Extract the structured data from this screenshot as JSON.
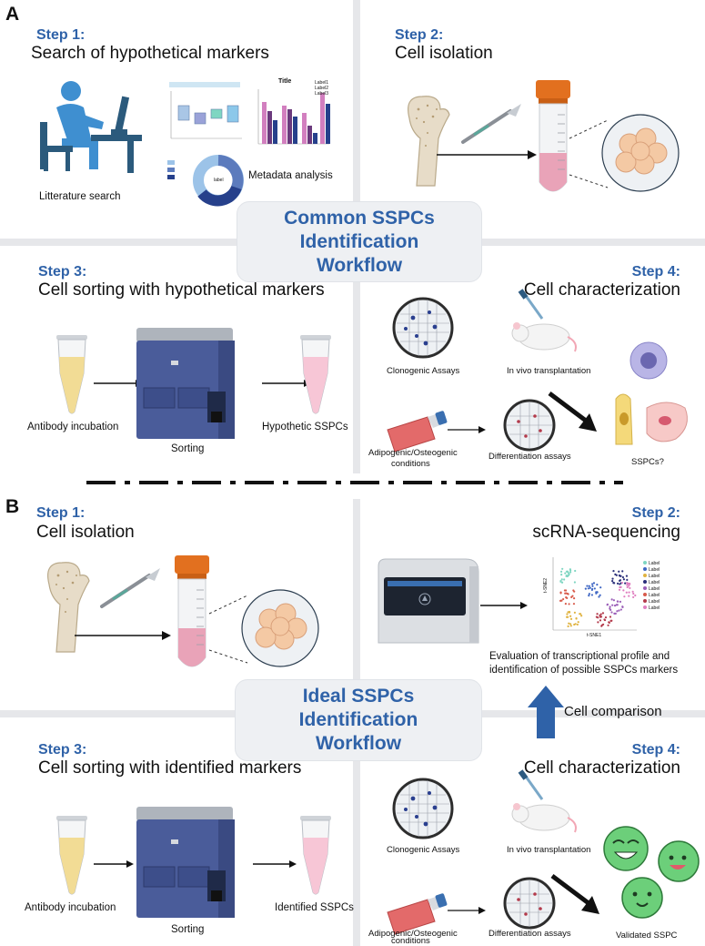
{
  "panel_a": {
    "letter": "A",
    "center_title": [
      "Common SSPCs",
      "Identification",
      "Workflow"
    ],
    "step1": {
      "label": "Step 1:",
      "title": "Search of hypothetical markers",
      "caption_literature": "Litterature search",
      "caption_metadata": "Metadata analysis",
      "mini_chart_title": "Title",
      "mini_legend": [
        "Label1",
        "Label2",
        "Label3"
      ],
      "donut_label": "label"
    },
    "step2": {
      "label": "Step 2:",
      "title": "Cell isolation"
    },
    "step3": {
      "label": "Step 3:",
      "title": "Cell sorting with hypothetical markers",
      "caption_antibody": "Antibody incubation",
      "caption_sorting": "Sorting",
      "caption_result": "Hypothetic SSPCs"
    },
    "step4": {
      "label": "Step 4:",
      "title": "Cell characterization",
      "caption_clonogenic": "Clonogenic Assays",
      "caption_invivo": "In vivo transplantation",
      "caption_adipo_1": "Adipogenic/Osteogenic",
      "caption_adipo_2": "conditions",
      "caption_diff": "Differentiation assays",
      "caption_result": "SSPCs?"
    }
  },
  "panel_b": {
    "letter": "B",
    "center_title": [
      "Ideal SSPCs",
      "Identification",
      "Workflow"
    ],
    "step1": {
      "label": "Step 1:",
      "title": "Cell isolation"
    },
    "step2": {
      "label": "Step 2:",
      "title": "scRNA-sequencing",
      "tsne_x": "t-SNE1",
      "tsne_y": "t-SNE2",
      "tsne_legend": [
        "Label",
        "Label",
        "Label",
        "Label",
        "Label",
        "Label",
        "Label",
        "Label"
      ],
      "eval_1": "Evaluation of transcriptional profile and",
      "eval_2": "identification of possible SSPCs markers",
      "comparison": "Cell comparison"
    },
    "step3": {
      "label": "Step 3:",
      "title": "Cell sorting with identified markers",
      "caption_antibody": "Antibody incubation",
      "caption_sorting": "Sorting",
      "caption_result": "Identified SSPCs"
    },
    "step4": {
      "label": "Step 4:",
      "title": "Cell characterization",
      "caption_clonogenic": "Clonogenic Assays",
      "caption_invivo": "In vivo transplantation",
      "caption_adipo_1": "Adipogenic/Osteogenic",
      "caption_adipo_2": "conditions",
      "caption_diff": "Differentiation assays",
      "caption_result": "Validated SSPC"
    }
  },
  "colors": {
    "accent_blue": "#2f62a8",
    "box_gray": "#eef0f3",
    "tube_cap": "#e2701f",
    "pink_liquid": "#e9a3b8",
    "yellow_liquid": "#f2dc95",
    "sorter_blue": "#4a5c9a",
    "green_cell": "#6ccf7a"
  }
}
